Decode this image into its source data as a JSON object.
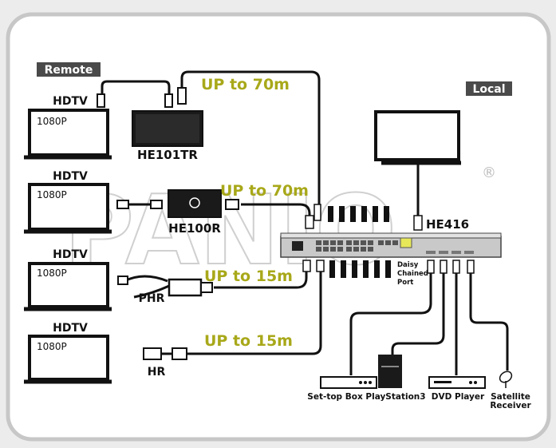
{
  "tags": {
    "remote": "Remote",
    "local": "Local"
  },
  "displays": [
    {
      "type": "HDTV",
      "resolution": "1080P"
    },
    {
      "type": "HDTV",
      "resolution": "1080P"
    },
    {
      "type": "HDTV",
      "resolution": "1080P"
    },
    {
      "type": "HDTV",
      "resolution": "1080P"
    }
  ],
  "devices": {
    "he101tr": "HE101TR",
    "he100r": "HE100R",
    "phr": "PHR",
    "hr": "HR",
    "he416": "HE416",
    "daisy_chain": [
      "Daisy",
      "Chained",
      "Port"
    ]
  },
  "distances": [
    "UP to 70m",
    "UP to 70m",
    "UP to 15m",
    "UP to 15m"
  ],
  "sources": [
    {
      "label": "Set-top Box"
    },
    {
      "label": "PlayStation3"
    },
    {
      "label": "DVD Player"
    },
    {
      "label": "Satellite",
      "label2": "Receiver"
    }
  ],
  "watermark": "PANIO",
  "registered_mark": "®"
}
